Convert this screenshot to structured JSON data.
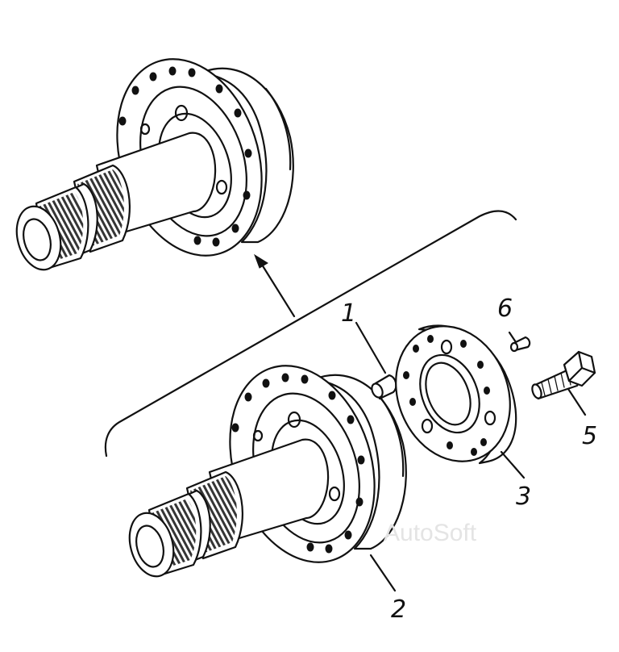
{
  "callouts": [
    {
      "id": "1",
      "part": "pin"
    },
    {
      "id": "2",
      "part": "hub-shaft-flange"
    },
    {
      "id": "3",
      "part": "retaining-ring"
    },
    {
      "id": "5",
      "part": "bolt"
    },
    {
      "id": "6",
      "part": "pin-small"
    }
  ],
  "watermark": "AutoSoft",
  "colors": {
    "ink": "#111111",
    "paper": "#ffffff",
    "watermark": "#e4e4e4"
  }
}
